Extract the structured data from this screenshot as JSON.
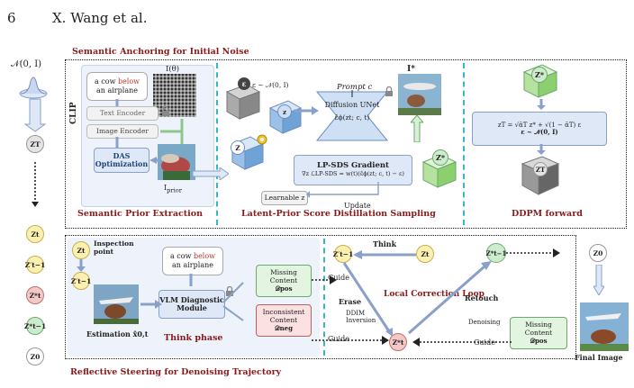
{
  "page": {
    "number": "6",
    "author": "X. Wang et al."
  },
  "top": {
    "title": "Semantic Anchoring for Initial Noise",
    "noise_label": "𝒩(0, I)",
    "clip_label": "CLIP",
    "prompt_pre": "a cow ",
    "prompt_kw": "below",
    "prompt_post": "an airplane",
    "i_theta": "I(θ)",
    "text_encoder": "Text Encoder",
    "image_encoder": "Image Encoder",
    "das": "DAS Optimization",
    "i_prior": "I",
    "i_prior_sub": "prior",
    "left_caption": "Semantic Prior Extraction",
    "eps_label": "ε ~ 𝒩(0, I)",
    "zt": "z",
    "z_label": "Z",
    "prompt_c": "Prompt c",
    "unet_title": "Diffusion UNet",
    "unet_formula": "ε̂ϕ(zt; c, t)",
    "lpsds_title": "LP-SDS Gradient",
    "lpsds_formula": "∇z ℒLP-SDS = w(t)(ε̂ϕ(zt; c, t) − ε)",
    "learnable": "Learnable z",
    "update": "Update",
    "i_star": "I*",
    "z_star": "Z*",
    "mid_caption": "Latent-Prior Score Distillation Sampling",
    "ddpm_formula_1": "zT = √ᾱT z* + √(1 − ᾱT) ε",
    "ddpm_formula_2": "ε ~ 𝒩(0, I)",
    "right_caption": "DDPM forward"
  },
  "left_chain": [
    "ZT",
    "Zt",
    "Z′t−1",
    "Z*t",
    "Z*t−1",
    "Z0"
  ],
  "bottom": {
    "title": "Reflective Steering for Denoising Trajectory",
    "inspection": "Inspection point",
    "estimation": "Estimation x̂0,t",
    "vlm": "VLM Diagnostic Module",
    "think_phase": "Think phase",
    "missing": "Missing Content",
    "missing_sym": "𝒟pos",
    "inconsistent": "Inconsistent Content",
    "inconsistent_sym": "𝒟neg",
    "think": "Think",
    "guide": "Guide",
    "erase": "Erase",
    "ddim": "DDIM Inversion",
    "local_loop": "Local Correction Loop",
    "retouch": "Retouch",
    "denoising": "Denoising",
    "final": "Final Image",
    "z0": "Z0"
  }
}
